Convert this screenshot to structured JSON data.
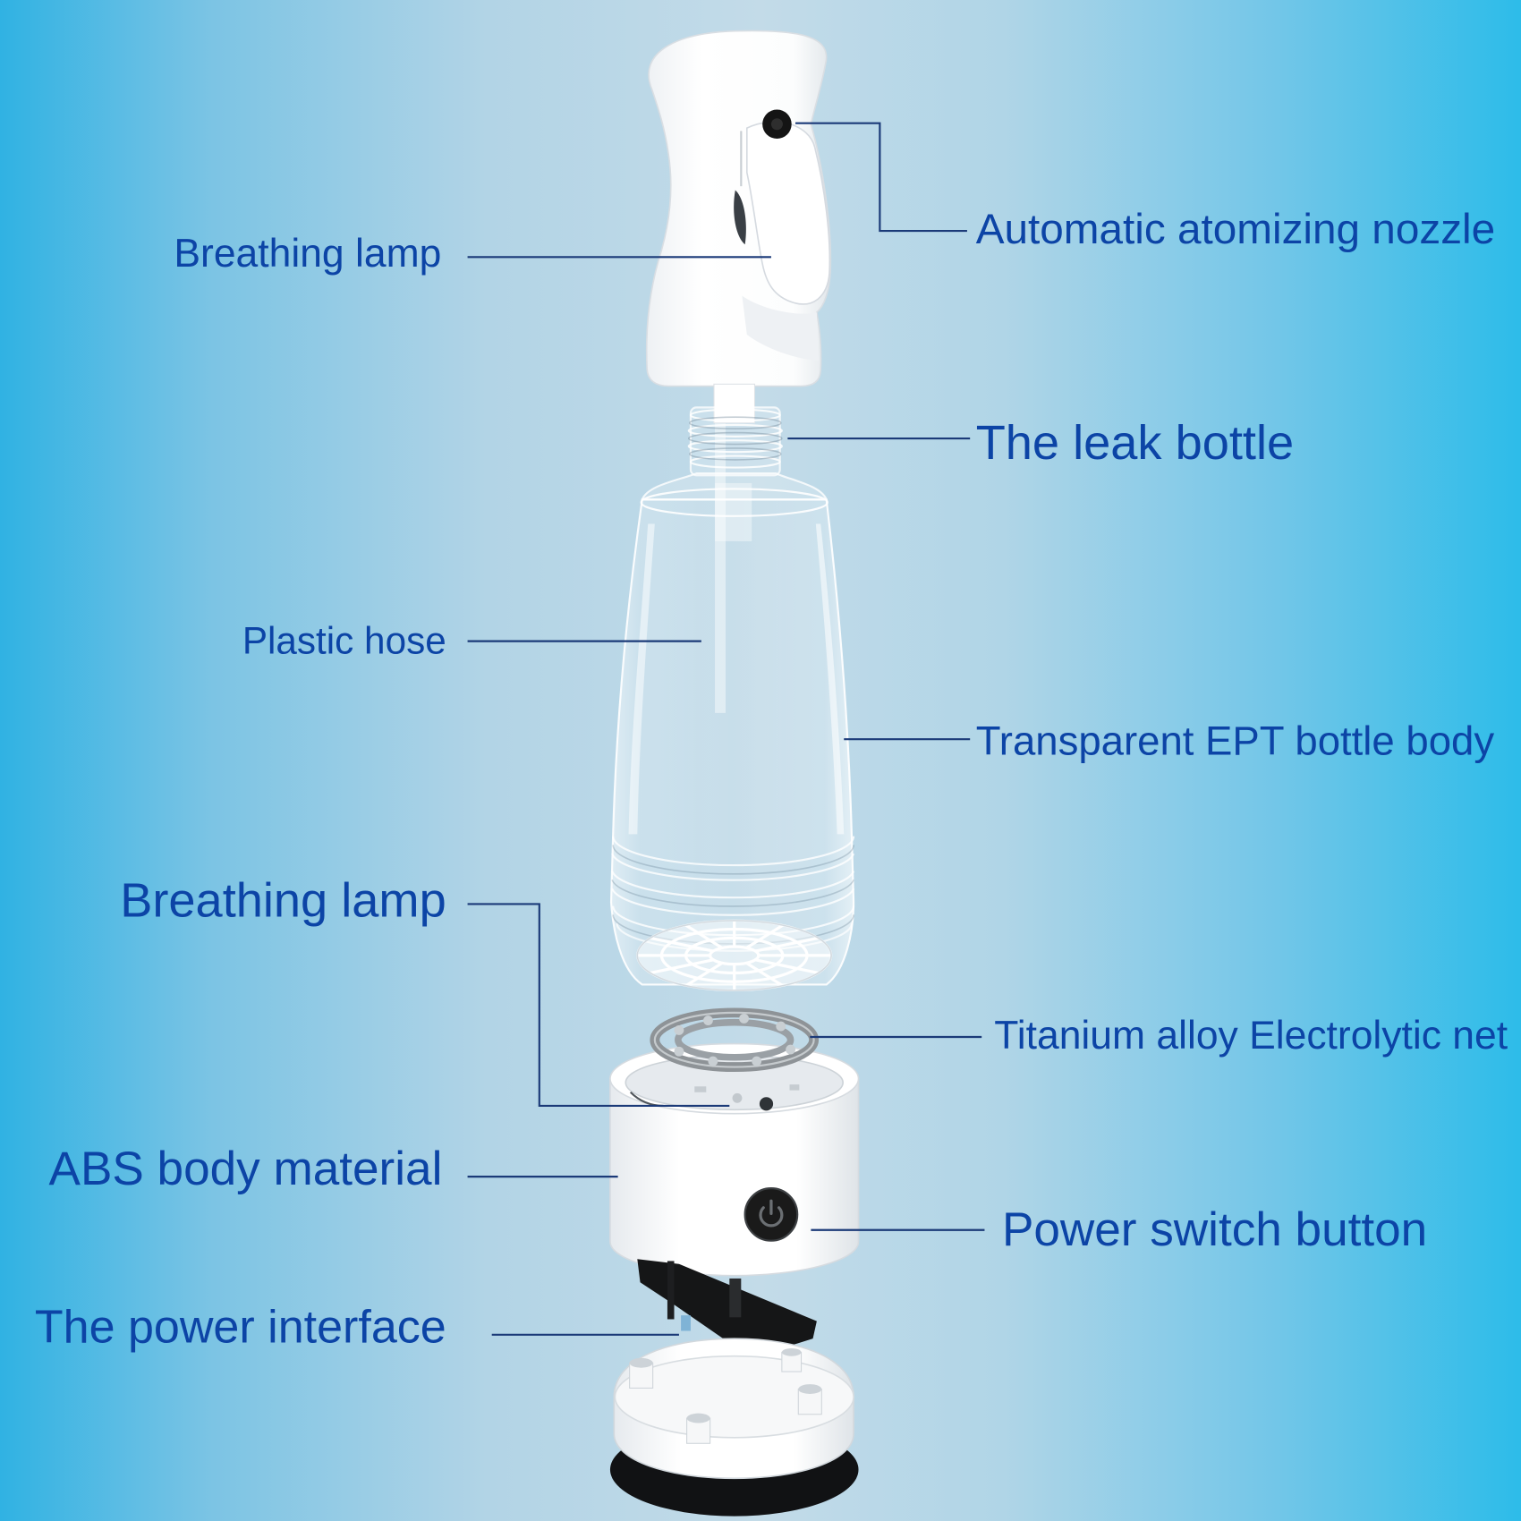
{
  "labels": {
    "left": [
      {
        "text": "Breathing lamp"
      },
      {
        "text": "Plastic hose"
      },
      {
        "text": "Breathing lamp"
      },
      {
        "text": "ABS body material"
      },
      {
        "text": "The power interface"
      }
    ],
    "right": [
      {
        "text": "Automatic atomizing nozzle"
      },
      {
        "text": "The leak bottle"
      },
      {
        "text": "Transparent EPT bottle body"
      },
      {
        "text": "Titanium alloy Electrolytic net"
      },
      {
        "text": "Power switch button"
      }
    ]
  },
  "colors": {
    "label_text": "#0c44a6",
    "leader_line": "#1b3a78",
    "background_edge": "#2dbce9",
    "background_center": "#c3dbe8",
    "product_body": "#ffffff",
    "power_button": "#1a1a1a"
  },
  "icons": {
    "power_button": "power-icon",
    "nozzle_hole": "nozzle-hole-icon"
  }
}
